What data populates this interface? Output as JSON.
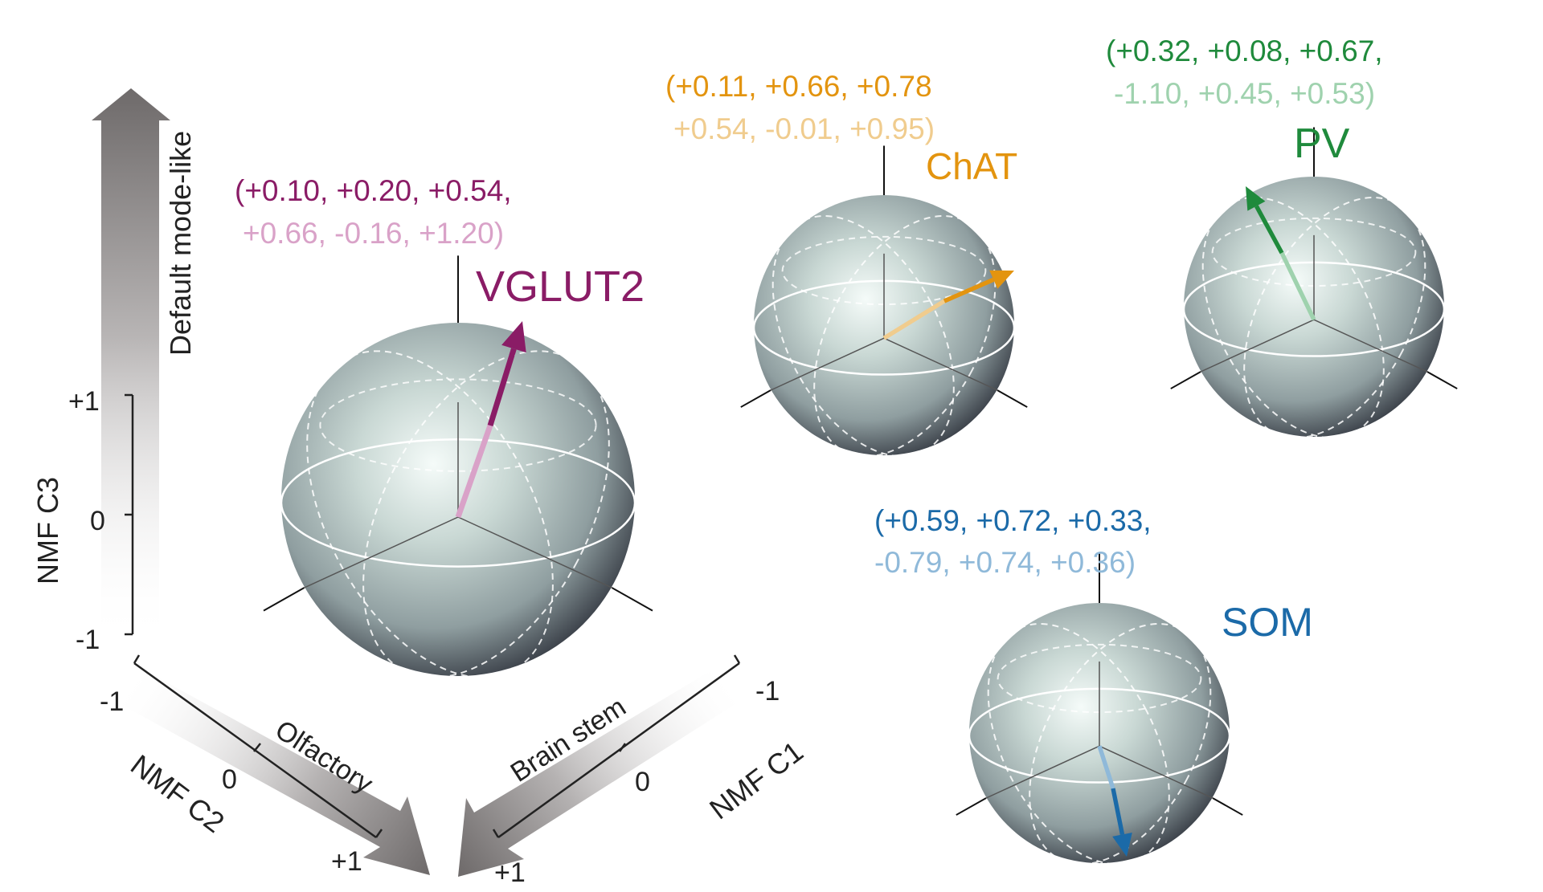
{
  "axes": {
    "c3": {
      "label": "NMF C3",
      "direction": "Default mode-like",
      "ticks": [
        "+1",
        "0",
        "-1"
      ]
    },
    "c2": {
      "label": "NMF C2",
      "direction": "Olfactory",
      "ticks": [
        "-1",
        "0",
        "+1"
      ]
    },
    "c1": {
      "label": "NMF C1",
      "direction": "Brain stem",
      "ticks": [
        "-1",
        "0",
        "+1"
      ]
    }
  },
  "cell_types": [
    {
      "key": "vglut2",
      "name": "VGLUT2",
      "color": "#8a1c66",
      "light_color": "#d9a2c8",
      "line1": "(+0.10, +0.20, +0.54,",
      "line2": "+0.66, -0.16, +1.20)"
    },
    {
      "key": "chat",
      "name": "ChAT",
      "color": "#e3940f",
      "light_color": "#f0cc8e",
      "line1": "(+0.11, +0.66, +0.78",
      "line2": "+0.54, -0.01, +0.95)"
    },
    {
      "key": "pv",
      "name": "PV",
      "color": "#1f8a3c",
      "light_color": "#9fd2ae",
      "line1": "(+0.32, +0.08, +0.67,",
      "line2": "-1.10, +0.45, +0.53)"
    },
    {
      "key": "som",
      "name": "SOM",
      "color": "#1b6aa8",
      "light_color": "#8fb9d9",
      "line1": "(+0.59, +0.72, +0.33,",
      "line2": "-0.79, +0.74, +0.36)"
    }
  ]
}
